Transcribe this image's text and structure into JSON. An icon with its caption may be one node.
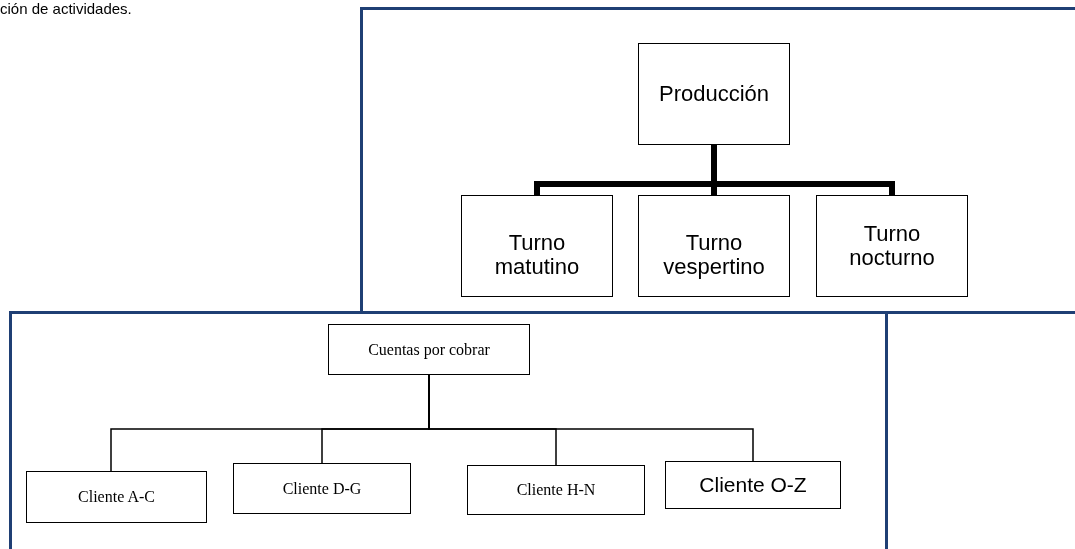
{
  "diagram": {
    "nodes": [
      {
        "text": [],
        "shape": "box"
      },
      {
        "text": [
          "Producción"
        ],
        "in": 0
      },
      {
        "text": [
          "Turno matutino"
        ],
        "in": 0
      },
      {
        "text": [
          "Turno vespertino"
        ],
        "in": 0
      },
      {
        "text": [
          "Turno nocturno"
        ],
        "in": 0
      },
      {
        "text": [],
        "shape": "box"
      },
      {
        "text": [
          "Cuentas por cobrar"
        ],
        "in": 5
      },
      {
        "text": [
          "Cliente A-C"
        ],
        "in": 5
      },
      {
        "text": [
          "Cliente D-G"
        ],
        "in": 5
      },
      {
        "text": [
          "Cliente H-N"
        ],
        "in": 5
      },
      {
        "text": [
          "Cliente O-Z"
        ],
        "in": 5
      }
    ],
    "edges": [
      {
        "from": 1,
        "to": 2,
        "arrow": "none",
        "style": "thick"
      },
      {
        "from": 1,
        "to": 3,
        "arrow": "none",
        "style": "thick"
      },
      {
        "from": 1,
        "to": 4,
        "arrow": "none",
        "style": "thick"
      },
      {
        "from": 6,
        "to": 7,
        "arrow": "none"
      },
      {
        "from": 6,
        "to": 8,
        "arrow": "none"
      },
      {
        "from": 6,
        "to": 9,
        "arrow": "none"
      },
      {
        "from": 6,
        "to": 10,
        "arrow": "none"
      }
    ],
    "labels": [
      "ción de actividades."
    ]
  }
}
